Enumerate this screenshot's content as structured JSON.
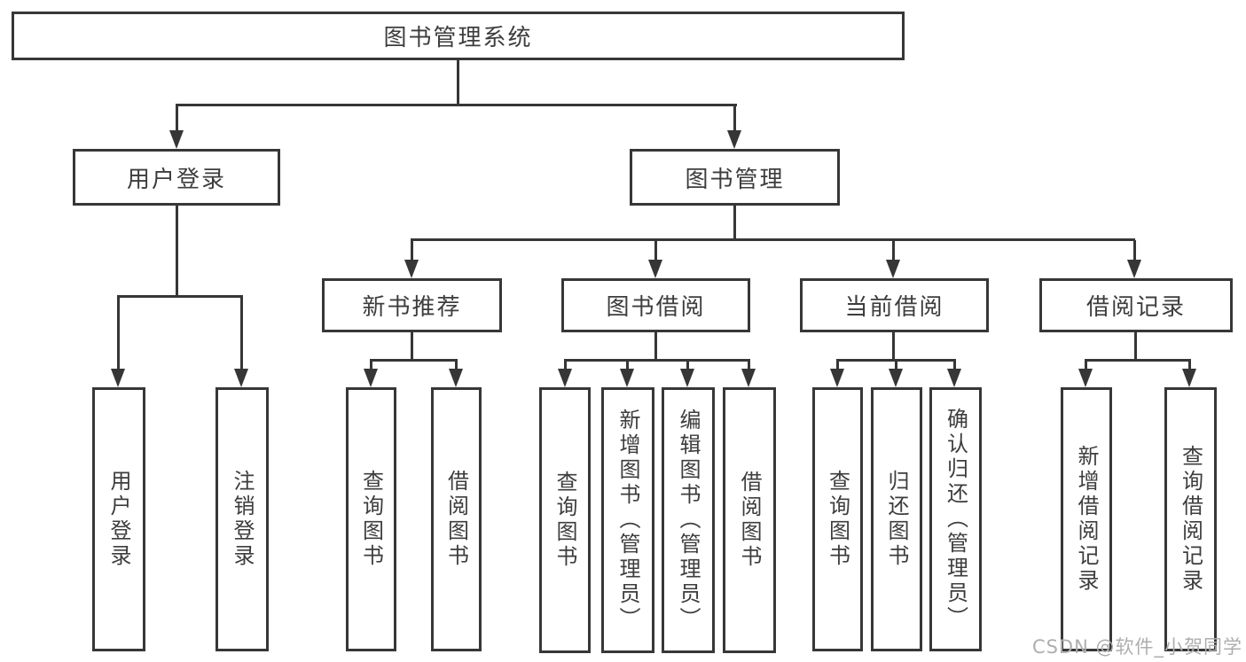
{
  "tree": {
    "label": "图书管理系统",
    "children": [
      {
        "label": "用户登录",
        "children": [
          {
            "label": "用户登录"
          },
          {
            "label": "注销登录"
          }
        ]
      },
      {
        "label": "图书管理",
        "children": [
          {
            "label": "新书推荐",
            "children": [
              {
                "label": "查询图书"
              },
              {
                "label": "借阅图书"
              }
            ]
          },
          {
            "label": "图书借阅",
            "children": [
              {
                "label": "查询图书"
              },
              {
                "label": "新增图书（管理员）"
              },
              {
                "label": "编辑图书（管理员）"
              },
              {
                "label": "借阅图书"
              }
            ]
          },
          {
            "label": "当前借阅",
            "children": [
              {
                "label": "查询图书"
              },
              {
                "label": "归还图书"
              },
              {
                "label": "确认归还（管理员）"
              }
            ]
          },
          {
            "label": "借阅记录",
            "children": [
              {
                "label": "新增借阅记录"
              },
              {
                "label": "查询借阅记录"
              }
            ]
          }
        ]
      }
    ]
  },
  "watermark": {
    "text": "CSDN @软件_小贺同学"
  },
  "colors": {
    "line": "#363636",
    "border": "#373737",
    "text": "#3d3d3d",
    "background": "#ffffff",
    "watermark": "#aeaeae"
  }
}
